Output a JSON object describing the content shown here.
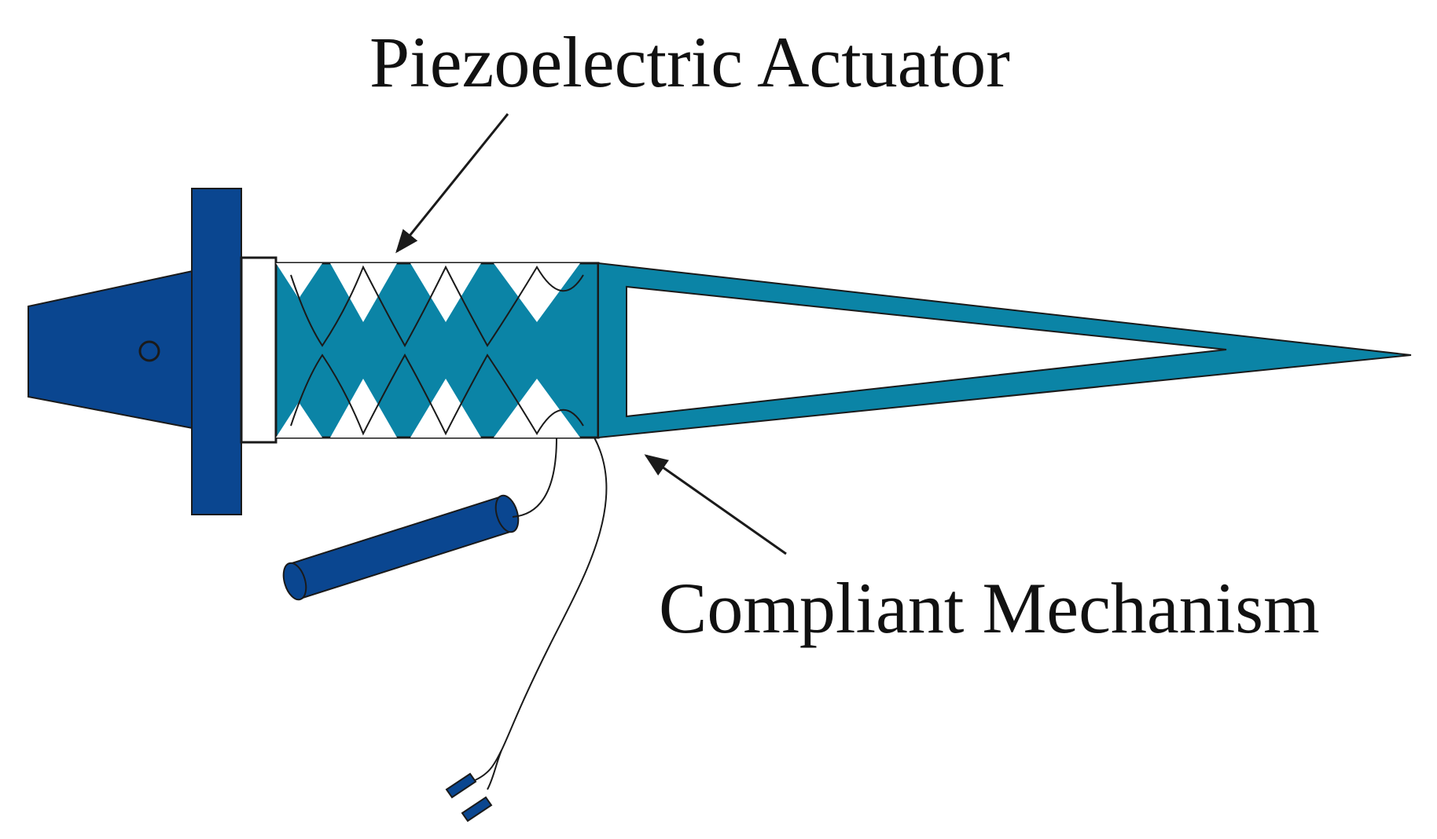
{
  "labels": {
    "piezo": "Piezoelectric Actuator",
    "compliant": "Compliant Mechanism"
  },
  "colors": {
    "dark_blue": "#0a4690",
    "teal": "#0b84a6",
    "outline": "#1a1a1a",
    "background": "#ffffff"
  },
  "parts": {
    "handle": "dark-blue tapered handle with flange",
    "piezo_stack": "teal zig-zag actuator section",
    "horn": "teal triangular compliant mechanism tip",
    "battery": "dark-blue cylinder",
    "leads": "two wire leads with dark-blue connector ends"
  }
}
